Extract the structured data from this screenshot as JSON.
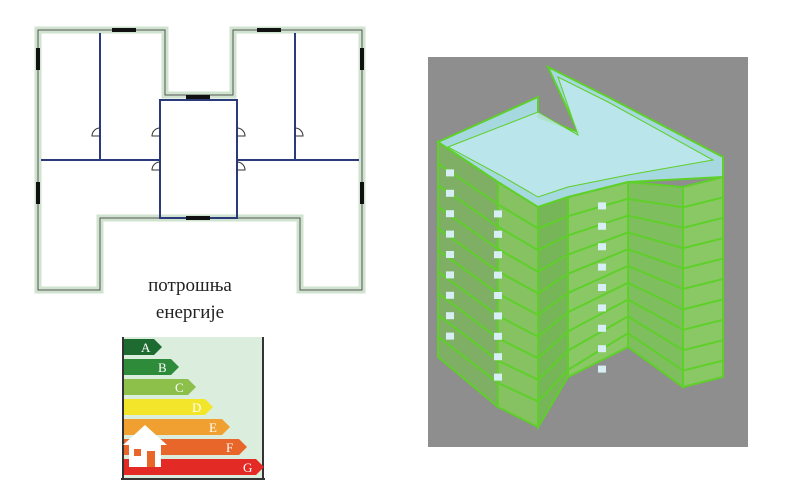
{
  "label": {
    "line1": "потрошња",
    "line2": "енергије"
  },
  "energy_classes": [
    {
      "letter": "A",
      "color": "#1e6b32"
    },
    {
      "letter": "B",
      "color": "#2e8b3a"
    },
    {
      "letter": "C",
      "color": "#8cc04a"
    },
    {
      "letter": "D",
      "color": "#f2e52a"
    },
    {
      "letter": "E",
      "color": "#f0a030"
    },
    {
      "letter": "F",
      "color": "#e8662a"
    },
    {
      "letter": "G",
      "color": "#e32a25"
    }
  ],
  "colors": {
    "wall": "#d8ead8",
    "inner_wall": "#2a3a7a",
    "building_bg": "#8e8e8e",
    "building_green": "#66cc33",
    "roof": "#a8e0e8"
  }
}
